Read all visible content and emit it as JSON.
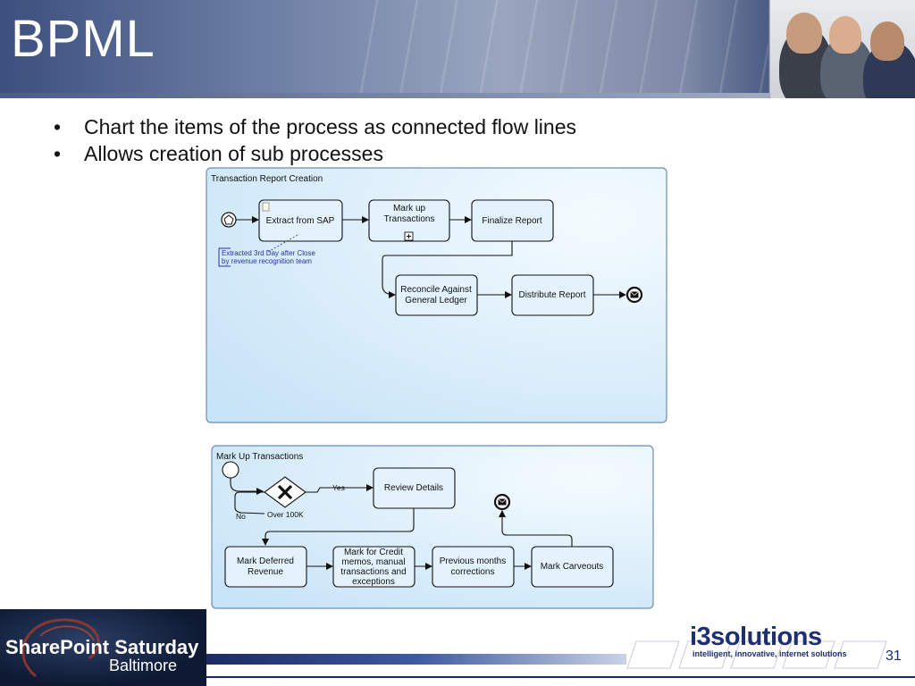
{
  "slide": {
    "title": "BPML",
    "bullets": [
      "Chart the items of the process as connected flow lines",
      "Allows creation of sub processes"
    ],
    "page_number": "31"
  },
  "diagram1": {
    "pool_label": "Transaction Report Creation",
    "tasks": {
      "extract": "Extract from SAP",
      "markup_line1": "Mark up",
      "markup_line2": "Transactions",
      "finalize": "Finalize Report",
      "reconcile_line1": "Reconcile Against",
      "reconcile_line2": "General Ledger",
      "distribute": "Distribute Report"
    },
    "annotation_line1": "Extracted 3rd Day after Close",
    "annotation_line2": "by revenue recognition team"
  },
  "diagram2": {
    "pool_label": "Mark Up Transactions",
    "gateway_label": "Over 100K",
    "yes_label": "Yes",
    "no_label": "No",
    "tasks": {
      "review": "Review Details",
      "deferred_line1": "Mark Deferred",
      "deferred_line2": "Revenue",
      "credit_line1": "Mark for Credit",
      "credit_line2": "memos, manual",
      "credit_line3": "transactions and",
      "credit_line4": "exceptions",
      "previous_line1": "Previous months",
      "previous_line2": "corrections",
      "carveouts": "Mark Carveouts"
    }
  },
  "footer": {
    "event_line1": "SharePoint Saturday",
    "event_line2": "Baltimore",
    "company": "i3solutions",
    "tagline": "intelligent, innovative, internet solutions"
  },
  "colors": {
    "pool_fill": "#d6ecfb",
    "task_fill": "#e4f2fd",
    "brand_navy": "#1d2e72"
  }
}
